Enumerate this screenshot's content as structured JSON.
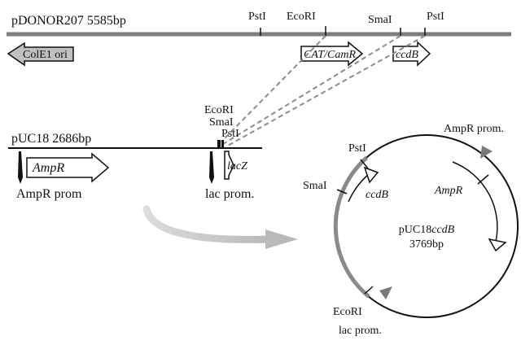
{
  "donor": {
    "title": "pDONOR207 5585bp",
    "sites": {
      "pst1": "PstI",
      "ecori": "EcoRI",
      "smai": "SmaI",
      "pst2": "PstI"
    },
    "features": {
      "colE1": "ColE1 ori",
      "cat": "CAT/CamR",
      "ccdb": "ccdB"
    }
  },
  "puc18": {
    "title": "pUC18 2686bp",
    "sites": {
      "ecori": "EcoRI",
      "smai": "SmaI",
      "psti": "PstI"
    },
    "features": {
      "ampr": "AmpR",
      "ampr_prom": "AmpR prom",
      "lacz": "lacZ",
      "lac_prom": "lac prom."
    }
  },
  "product": {
    "name_prefix": "pUC18",
    "name_suffix": "ccdB",
    "size": "3769bp",
    "labels": {
      "psti": "PstI",
      "smai": "SmaI",
      "ccdb": "ccdB",
      "ampr_prom": "AmpR prom.",
      "ampr": "AmpR",
      "ecori": "EcoRI",
      "lac_prom": "lac prom."
    }
  },
  "colors": {
    "line": "#111111",
    "donor_bar": "#7d7d7d",
    "insert_arc": "#8a8a8a",
    "arrow_fill": "#c0c0c0",
    "dashed": "#8c8c8c"
  }
}
